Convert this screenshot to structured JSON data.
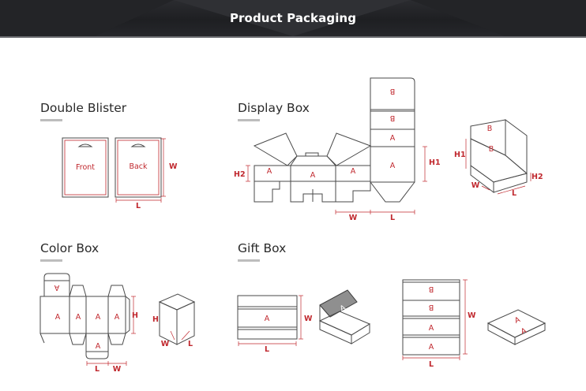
{
  "header": {
    "title": "Product Packaging"
  },
  "sections": {
    "double_blister": {
      "title": "Double Blister",
      "front": "Front",
      "back": "Back",
      "w": "W",
      "l": "L"
    },
    "display_box": {
      "title": "Display Box",
      "panel_a": "A",
      "panel_b": "B",
      "h1": "H1",
      "h2": "H2",
      "w": "W",
      "l": "L"
    },
    "color_box": {
      "title": "Color Box",
      "panel_a": "A",
      "h": "H",
      "w": "W",
      "l": "L"
    },
    "gift_box": {
      "title": "Gift Box",
      "panel_a": "A",
      "panel_b": "B",
      "w": "W",
      "l": "L"
    }
  },
  "colors": {
    "outline": "#4a4a4a",
    "label": "#c0282e",
    "banner": "#222326"
  }
}
